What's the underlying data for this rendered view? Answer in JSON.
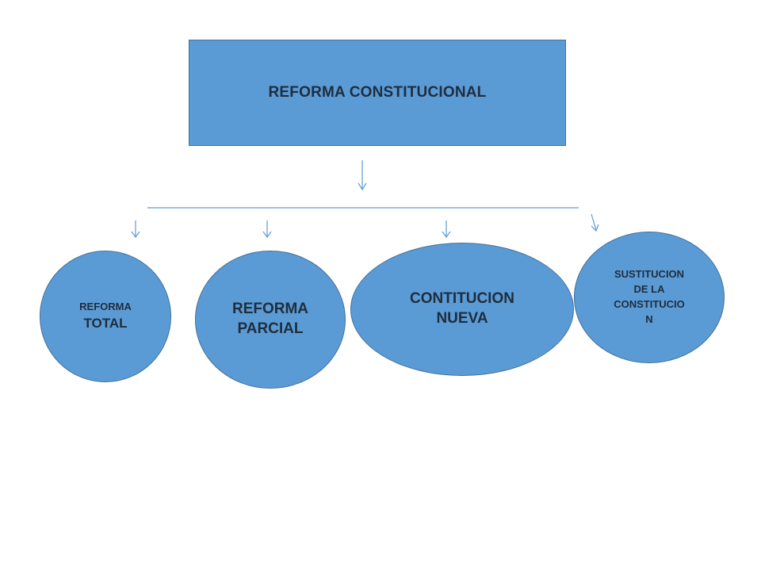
{
  "diagram": {
    "root": {
      "label": "REFORMA CONSTITUCIONAL"
    },
    "children": [
      {
        "id": "total",
        "lines": [
          "REFORMA",
          "TOTAL"
        ]
      },
      {
        "id": "parcial",
        "lines": [
          "REFORMA",
          "PARCIAL"
        ]
      },
      {
        "id": "nueva",
        "lines": [
          "CONTITUCION",
          "NUEVA"
        ]
      },
      {
        "id": "sustitucion",
        "lines": [
          "SUSTITUCION",
          "DE LA",
          "CONSTITUCIO",
          "N"
        ]
      }
    ]
  },
  "colors": {
    "shape_fill": "#5b9bd5",
    "shape_border": "#41719c",
    "connector": "#5b9bd5",
    "text": "#1f2d3d"
  }
}
